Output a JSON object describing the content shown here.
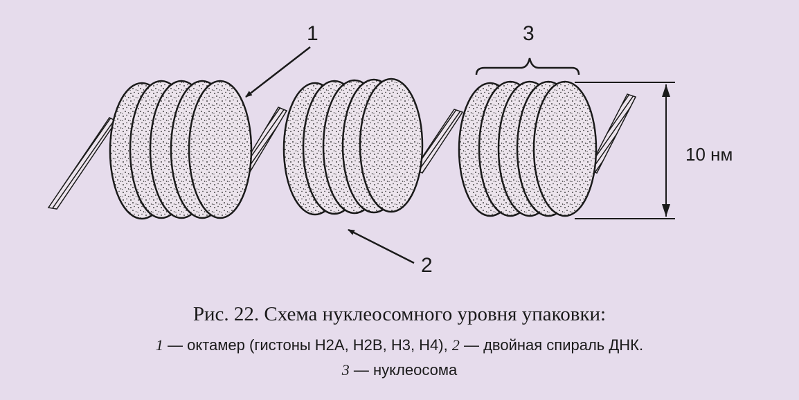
{
  "diagram": {
    "label_1": "1",
    "label_2": "2",
    "label_3": "3",
    "dimension": "10 нм"
  },
  "caption": {
    "title": "Рис. 22. Схема нуклеосомного уровня упаковки:",
    "n1": "1",
    "t1": " — октамер (гистоны H2A, H2B, H3, H4), ",
    "n2": "2",
    "t2": " — двойная спираль ДНК.",
    "n3": "3",
    "t3": " — нуклеосома"
  },
  "colors": {
    "background": "#e6dcec",
    "ink": "#1a1a1a",
    "disc_fill": "#ece4ec"
  }
}
